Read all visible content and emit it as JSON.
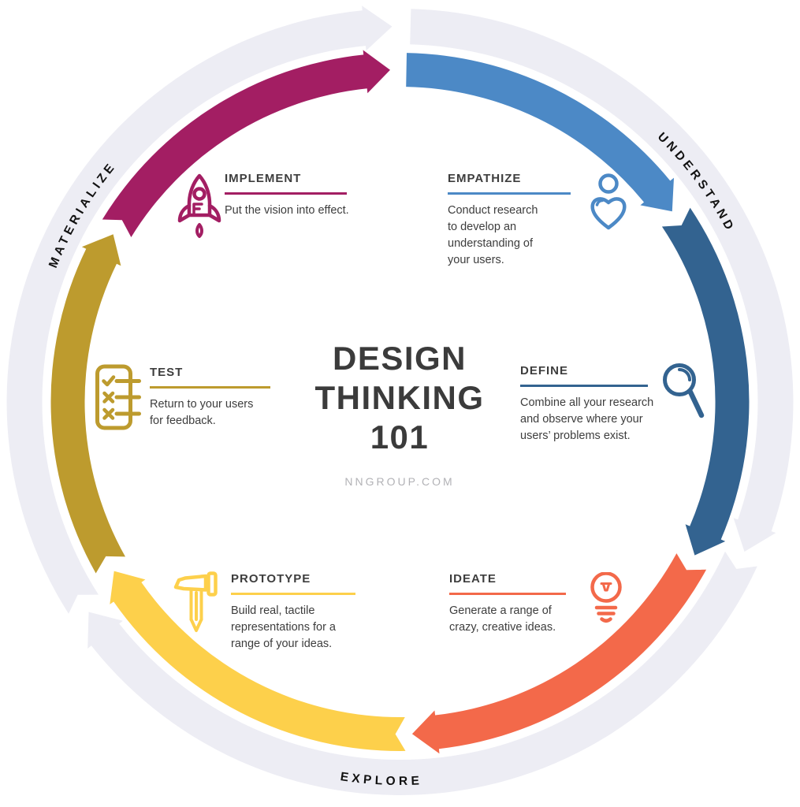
{
  "title": {
    "lines": [
      "DESIGN",
      "THINKING",
      "101"
    ],
    "source": "NNGROUP.COM"
  },
  "outer_ring": {
    "color": "#ededf4",
    "label_color": "#111111",
    "phases": [
      {
        "label": "UNDERSTAND"
      },
      {
        "label": "EXPLORE"
      },
      {
        "label": "MATERIALIZE"
      }
    ]
  },
  "stages": [
    {
      "name": "EMPATHIZE",
      "description": "Conduct research to develop an understanding of your users.",
      "color": "#4c89c6",
      "icon": "person-heart-icon"
    },
    {
      "name": "DEFINE",
      "description": "Combine all your research and observe where your users’ problems exist.",
      "color": "#336390",
      "icon": "magnifier-icon"
    },
    {
      "name": "IDEATE",
      "description": "Generate a range of crazy, creative ideas.",
      "color": "#f3694a",
      "icon": "lightbulb-icon"
    },
    {
      "name": "PROTOTYPE",
      "description": "Build real, tactile representations for a range of your ideas.",
      "color": "#fdd04b",
      "icon": "hammer-nail-icon"
    },
    {
      "name": "TEST",
      "description": "Return to your users for feedback.",
      "color": "#bd9b2e",
      "icon": "checklist-icon"
    },
    {
      "name": "IMPLEMENT",
      "description": "Put the vision into effect.",
      "color": "#a31e63",
      "icon": "rocket-icon"
    }
  ]
}
